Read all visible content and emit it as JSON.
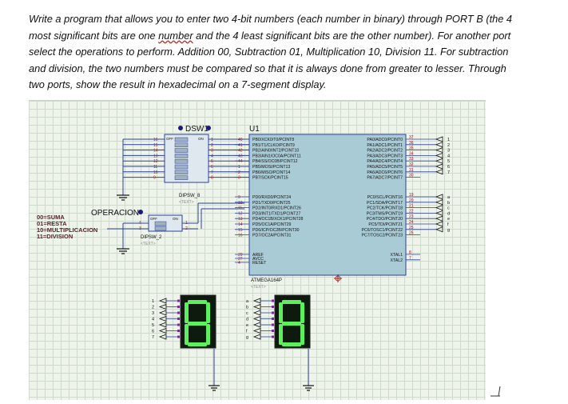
{
  "question": {
    "line1": "Write a program that allows you to enter two 4-bit numbers (each number in binary) through PORT B (the 4",
    "line2_pre": "most significant bits are one ",
    "line2_word": "number",
    "line2_post": " and the 4 least significant bits are the other number). For another port",
    "line3": "select the operations to perform. Addition 00, Subtraction 01, Multiplication 10, Division 11. For subtraction",
    "line4": "and division, the two numbers must be compared so that it is always done from greater to lesser. Through",
    "line5": "two ports, show the result in hexadecimal on a 7-segment display."
  },
  "schematic": {
    "dsw1": {
      "ref": "DSW1",
      "part": "DIPSW_8",
      "text": "<TEXT>",
      "off": "OFF",
      "on": "ON",
      "left_pins": [
        "16",
        "15",
        "14",
        "13",
        "12",
        "11",
        "10",
        "9"
      ],
      "right_pins": [
        "1",
        "2",
        "3",
        "4",
        "5",
        "6",
        "7",
        "8"
      ]
    },
    "dsw2": {
      "ref": "OPERACION",
      "part": "DIPSW_2",
      "text": "<TEXT>",
      "off": "OFF",
      "on": "ON",
      "left_pins": [
        "4",
        "3"
      ],
      "right_pins": [
        "1",
        "2"
      ]
    },
    "legend": [
      "00=SUMA",
      "01=RESTA",
      "10=MULTIPLICACION",
      "11=DIVISION"
    ],
    "mcu": {
      "ref": "U1",
      "part": "ATMEGA164P",
      "text": "<TEXT>",
      "left_pins_b": [
        {
          "num": "40",
          "name": "PB0/XCK0/T0/PCINT8"
        },
        {
          "num": "41",
          "name": "PB1/T1/CLKO/PCINT9"
        },
        {
          "num": "42",
          "name": "PB2/AIN0/INT2/PCINT10"
        },
        {
          "num": "43",
          "name": "PB3/AIN1/OC0A/PCINT11"
        },
        {
          "num": "44",
          "name": "PB4/SS/OC0B/PCINT12"
        },
        {
          "num": "1",
          "name": "PB5/MOSI/PCINT13"
        },
        {
          "num": "2",
          "name": "PB6/MISO/PCINT14"
        },
        {
          "num": "3",
          "name": "PB7/SCK/PCINT15"
        }
      ],
      "left_pins_d": [
        {
          "num": "9",
          "name": "PD0/RXD0/PCINT24"
        },
        {
          "num": "10",
          "name": "PD1/TXD0/PCINT25"
        },
        {
          "num": "11",
          "name": "PD2/INT0/RXD1/PCINT26"
        },
        {
          "num": "12",
          "name": "PD3/INT1/TXD1/PCINT27"
        },
        {
          "num": "13",
          "name": "PD4/OC1B/XCK1/PCINT28"
        },
        {
          "num": "14",
          "name": "PD5/OC1A/PCINT29"
        },
        {
          "num": "15",
          "name": "PD6/ICP/OC2B/PCINT30"
        },
        {
          "num": "16",
          "name": "PD7/OC2A/PCINT31"
        }
      ],
      "left_pins_misc": [
        {
          "num": "29",
          "name": "AREF"
        },
        {
          "num": "27",
          "name": "AVCC"
        },
        {
          "num": "4",
          "name": "RESET"
        }
      ],
      "right_pins_a": [
        {
          "num": "37",
          "name": "PA0/ADC0/PCINT0"
        },
        {
          "num": "36",
          "name": "PA1/ADC1/PCINT1"
        },
        {
          "num": "35",
          "name": "PA2/ADC2/PCINT2"
        },
        {
          "num": "34",
          "name": "PA3/ADC3/PCINT3"
        },
        {
          "num": "33",
          "name": "PA4/ADC4/PCINT4"
        },
        {
          "num": "32",
          "name": "PA5/ADC5/PCINT5"
        },
        {
          "num": "31",
          "name": "PA6/ADC6/PCINT6"
        },
        {
          "num": "30",
          "name": "PA7/ADC7/PCINT7"
        }
      ],
      "right_pins_c": [
        {
          "num": "19",
          "name": "PC0/SCL/PCINT16"
        },
        {
          "num": "20",
          "name": "PC1/SDA/PCINT17"
        },
        {
          "num": "21",
          "name": "PC2/TCK/PCINT18"
        },
        {
          "num": "22",
          "name": "PC3/TMS/PCINT19"
        },
        {
          "num": "23",
          "name": "PC4/TDO/PCINT20"
        },
        {
          "num": "24",
          "name": "PC5/TDI/PCINT21"
        },
        {
          "num": "25",
          "name": "PC6/TOSC1/PCINT22"
        },
        {
          "num": "26",
          "name": "PC7/TOSC2/PCINT23"
        }
      ],
      "right_pins_xtal": [
        {
          "num": "8",
          "name": "XTAL1"
        },
        {
          "num": "7",
          "name": "XTAL2"
        }
      ]
    },
    "port_a_labels": [
      "1",
      "2",
      "3",
      "4",
      "5",
      "6",
      "7"
    ],
    "port_c_labels": [
      "a",
      "b",
      "c",
      "d",
      "e",
      "f",
      "g"
    ],
    "display1": {
      "digit": "8",
      "inputs": [
        "1",
        "2",
        "3",
        "4",
        "5",
        "6",
        "7"
      ]
    },
    "display2": {
      "digit": "8",
      "inputs": [
        "a",
        "b",
        "c",
        "d",
        "e",
        "f",
        "g"
      ]
    },
    "colors": {
      "wire": "#2e3f9e",
      "chip": "#a9cbd6",
      "label_red": "#5a1e2a",
      "segment_on": "#5df05d",
      "seg_bg": "#0f1a0f",
      "grid": "#eef3ec"
    }
  }
}
